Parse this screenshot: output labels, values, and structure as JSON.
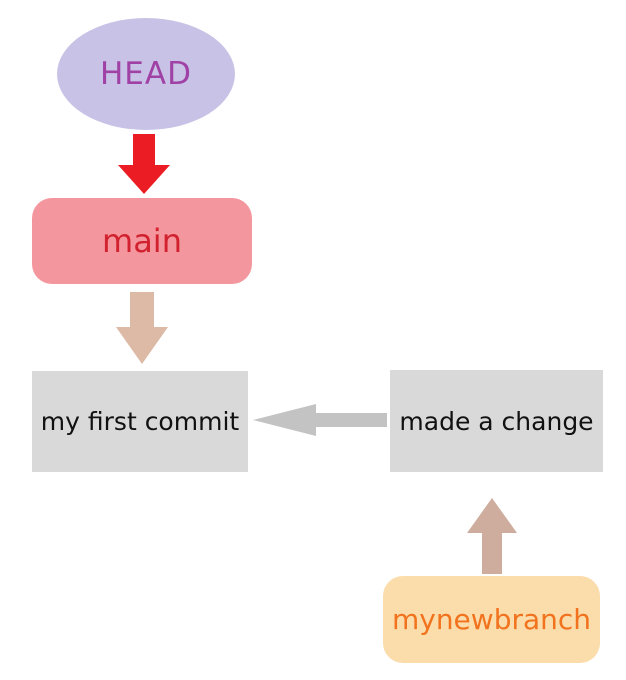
{
  "diagram": {
    "description": "Git branching diagram: HEAD points to main, main points to first commit, second commit points back to first, mynewbranch points to second commit",
    "nodes": [
      {
        "id": "head",
        "label": "HEAD",
        "shape": "ellipse",
        "fill": "#c8c2e6",
        "text_color": "#a041a5"
      },
      {
        "id": "main",
        "label": "main",
        "shape": "rounded-rect",
        "fill": "#f4969e",
        "text_color": "#d2212e"
      },
      {
        "id": "commit1",
        "label": "my first commit",
        "shape": "rect",
        "fill": "#d9d9d9",
        "text_color": "#111111"
      },
      {
        "id": "commit2",
        "label": "made a change",
        "shape": "rect",
        "fill": "#d9d9d9",
        "text_color": "#111111"
      },
      {
        "id": "branch",
        "label": "mynewbranch",
        "shape": "rounded-rect",
        "fill": "#fbdcab",
        "text_color": "#f2731e"
      }
    ],
    "edges": [
      {
        "from": "HEAD",
        "to": "main",
        "direction": "down",
        "color": "#ec1c24"
      },
      {
        "from": "main",
        "to": "my first commit",
        "direction": "down",
        "color": "#ddbaa5"
      },
      {
        "from": "made a change",
        "to": "my first commit",
        "direction": "left",
        "color": "#c3c3c3"
      },
      {
        "from": "mynewbranch",
        "to": "made a change",
        "direction": "up",
        "color": "#cfad9e"
      }
    ]
  }
}
